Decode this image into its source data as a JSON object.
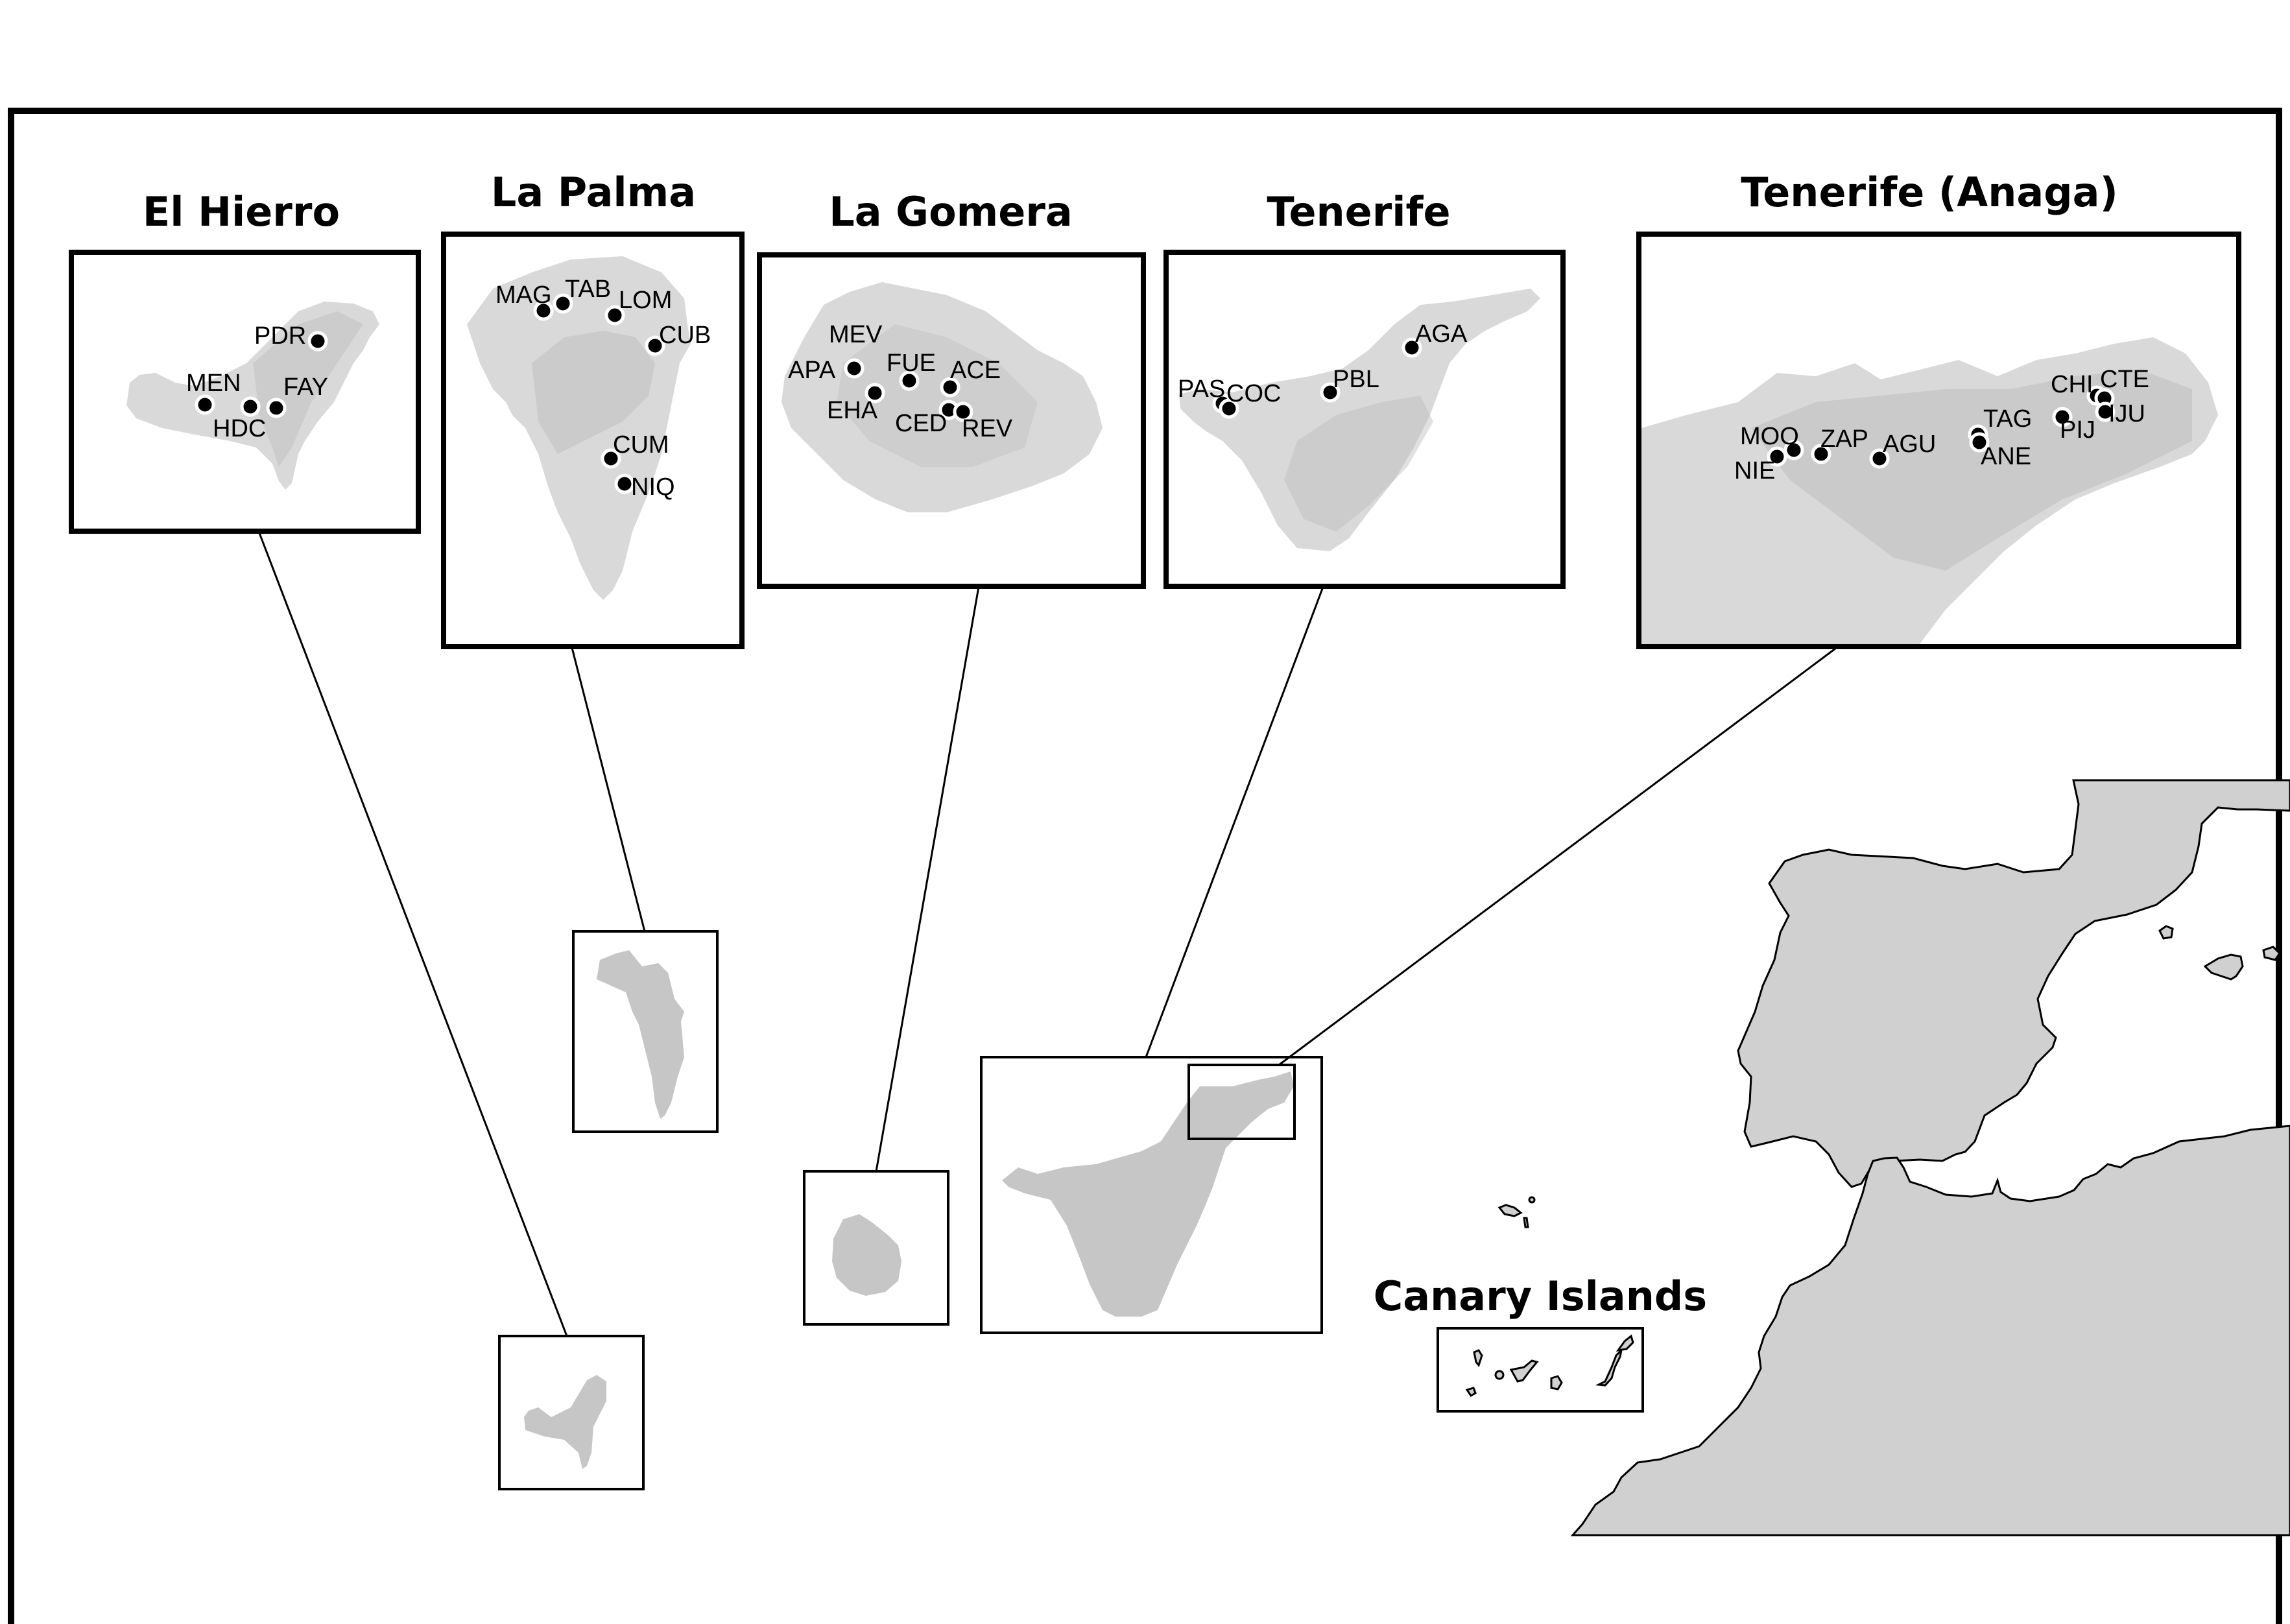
{
  "figure": {
    "panels": [
      {
        "id": "el-hierro",
        "title": "El Hierro",
        "sites": [
          "PDR",
          "MEN",
          "HDC",
          "FAY"
        ]
      },
      {
        "id": "la-palma",
        "title": "La Palma",
        "sites": [
          "MAG",
          "TAB",
          "LOM",
          "CUB",
          "CUM",
          "NIQ"
        ]
      },
      {
        "id": "la-gomera",
        "title": "La Gomera",
        "sites": [
          "MEV",
          "APA",
          "FUE",
          "ACE",
          "EHA",
          "CED",
          "REV"
        ]
      },
      {
        "id": "tenerife",
        "title": "Tenerife",
        "sites": [
          "AGA",
          "PBL",
          "PAS",
          "COC"
        ]
      },
      {
        "id": "tenerife-anaga",
        "title": "Tenerife (Anaga)",
        "sites": [
          "CHI",
          "CTE",
          "TAG",
          "PIJ",
          "IJU",
          "MOO",
          "ZAP",
          "AGU",
          "NIE",
          "ANE"
        ]
      }
    ],
    "overview": {
      "title": "Canary Islands"
    },
    "colors": {
      "land": "#d0d0d0",
      "locator_island": "#c6c6c6",
      "relief": "#d9d9d9",
      "site_marker": "#000000",
      "frame": "#000000"
    }
  }
}
